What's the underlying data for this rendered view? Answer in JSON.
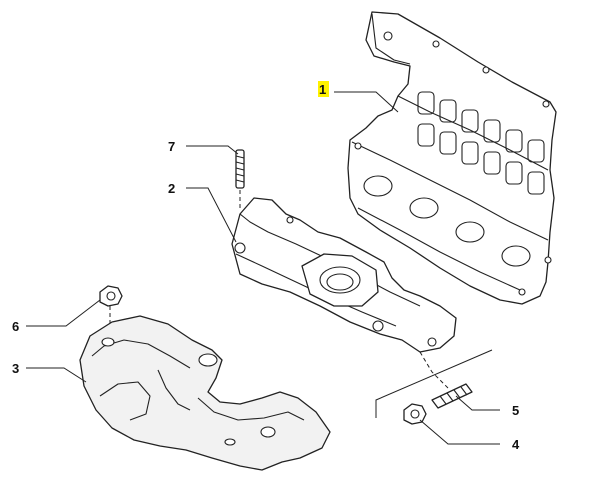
{
  "callouts": {
    "c1": "1",
    "c2": "2",
    "c3": "3",
    "c4": "4",
    "c5": "5",
    "c6": "6",
    "c7": "7"
  },
  "colors": {
    "highlight": "#fff200",
    "line": "#222222",
    "background": "#ffffff"
  }
}
